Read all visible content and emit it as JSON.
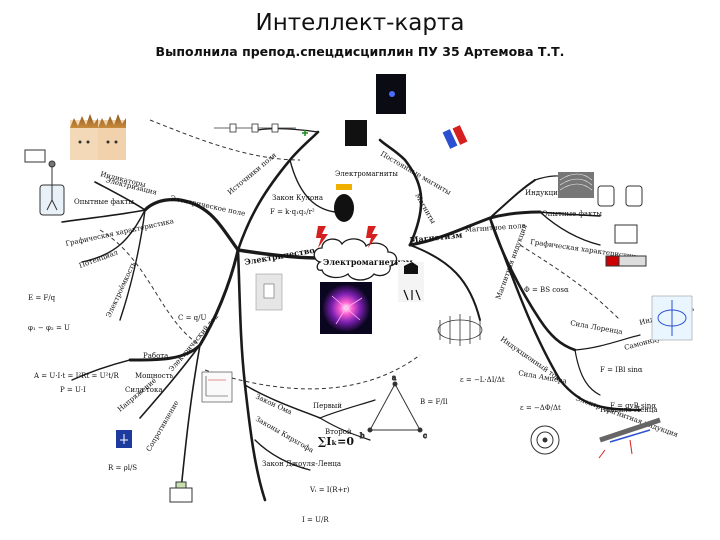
{
  "header": {
    "title": "Интеллект-карта",
    "subtitle": "Выполнила препод.спецдисциплин ПУ 35 Артемова Т.Т."
  },
  "center": {
    "label": "Электромагнетизм"
  },
  "branches": {
    "electricity": "Электричество",
    "magnetism": "Магнетизм",
    "magnetic_field": "Магнитное поле",
    "electromagnets": "Электромагниты",
    "coulomb": "Закон Кулона",
    "experiments_left": "Опытные факты",
    "experiments_right": "Опытные факты",
    "graphic_char_left": "Графическая характеристика",
    "graphic_char_right": "Графическая характеристика",
    "electric_field": "Электрическое поле",
    "electrization": "Электризация",
    "electric_current": "Электрический ток",
    "work": "Работа",
    "power": "Мощность",
    "current_strength": "Сила тока",
    "voltage": "Напряжение",
    "resistance": "Сопротивление",
    "ohm_law": "Закон Ома",
    "kirchhoff": "Законы Кирхгофа",
    "first": "Первый",
    "second": "Второй",
    "joule_lenz": "Закон Джоуля-Ленца",
    "ampere_force": "Сила Ампера",
    "lorentz_force": "Сила Лоренца",
    "magnetic_induction": "Магнитная индукция",
    "magnets": "Магниты",
    "induction_current": "Индукционный ток",
    "electromagnetic_induction": "Электромагнитная индукция",
    "self_induction": "Самоиндукция",
    "indicators": "Индикаторы",
    "induction": "Индукция",
    "potential": "Потенциал",
    "capacitance": "Электроёмкость",
    "field_sources": "Источники поля",
    "permanent_magnets": "Постоянные магниты",
    "lenz_rule": "Правило Ленца",
    "inductance": "Индуктивность"
  },
  "formulas": {
    "coulomb": "F = k·q₁q₂/r²",
    "sum_current": "∑Iₖ=0",
    "ohm": "I = U/R",
    "capacitance": "C = q/U",
    "field": "E = F/q",
    "emf": "ε = −ΔΦ/Δt",
    "resistance": "R = ρl/S",
    "lorentz": "F = qvB sinα",
    "self_ind": "ε = −L·ΔI/Δt",
    "power": "P = U·I",
    "b_def": "B = F/Il",
    "phi": "Φ = BS cosα",
    "ampere": "F = IBl sinα",
    "work": "A = U·I·t = I²Rt = U²t/R",
    "potential": "φ₁ − φ₂ = U",
    "rel": "Vᵢ = I(R+r)"
  },
  "node_letters": [
    "a",
    "b",
    "c"
  ],
  "colors": {
    "stroke": "#1a1a1a",
    "dashed": "#333333",
    "accent_red": "#d62020",
    "accent_blue": "#2a4fd1",
    "cloud": "#ffffff"
  },
  "icons": [
    "boy-static-hair-icon",
    "electroscope-icon",
    "lightning-icon",
    "plasma-ball-icon",
    "magnet-icon",
    "compass-icon",
    "coil-icon",
    "circuit-icon",
    "resistor-icon",
    "lamp-icon",
    "iron-filings-icon",
    "solenoid-icon",
    "galvanometer-icon"
  ]
}
